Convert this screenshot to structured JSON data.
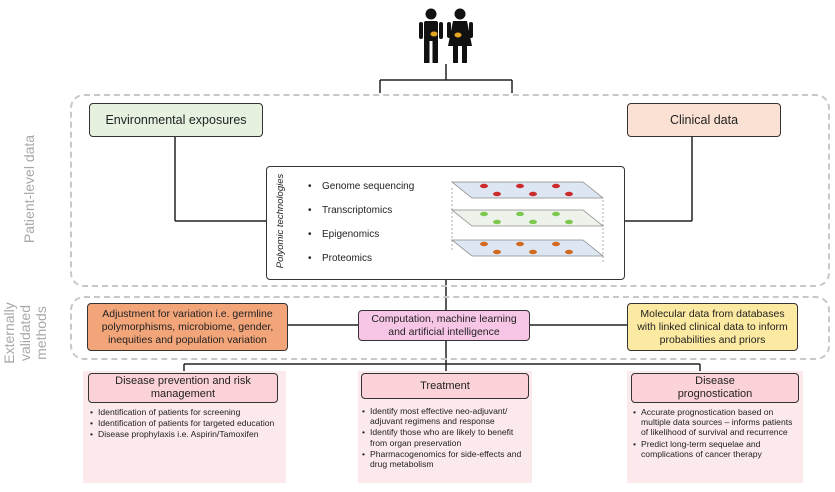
{
  "section_labels": {
    "patient_level": "Patient-level data",
    "externally_validated": [
      "Externally",
      "validated",
      "methods"
    ]
  },
  "top_boxes": {
    "environmental": "Environmental exposures",
    "clinical": "Clinical data"
  },
  "polyomic": {
    "side_label": "Polyomic technologies",
    "items": [
      "Genome sequencing",
      "Transcriptomics",
      "Epigenomics",
      "Proteomics"
    ],
    "layer_dot_colors": [
      "#cc2b2b",
      "#7ec850",
      "#d2691e"
    ]
  },
  "methods": {
    "adjustment": "Adjustment for variation i.e. germline polymorphisms, microbiome, gender, inequities and population variation",
    "computation": "Computation, machine learning and artificial intelligence",
    "molecular": "Molecular data from databases with linked clinical data to inform probabilities and priors"
  },
  "outcomes": [
    {
      "title": "Disease prevention and risk management",
      "bullets": [
        "Identification of patients for screening",
        "Identification of patients for targeted education",
        "Disease prophylaxis i.e. Aspirin/Tamoxifen"
      ]
    },
    {
      "title": "Treatment",
      "bullets": [
        "Identify most effective neo-adjuvant/ adjuvant regimens and response",
        "Identify those who are likely to benefit from organ preservation",
        "Pharmacogenomics for side-effects and drug metabolism"
      ]
    },
    {
      "title": "Disease prognostication",
      "bullets": [
        "Accurate prognostication based on multiple data sources – informs patients of likelihood of survival and recurrence",
        "Predict long-term sequelae and complications of cancer therapy"
      ]
    }
  ],
  "colors": {
    "environmental_fill": "#e6f2df",
    "clinical_fill": "#fbe1d3",
    "adjustment_fill": "#f3a57a",
    "computation_fill": "#f7c6e6",
    "molecular_fill": "#fdeaa2",
    "outcome_title_fill": "#fbd2d8",
    "outcome_panel_fill": "#fbe9ec",
    "layer_fill": "#dde6f3"
  },
  "icons": [
    "people-icon"
  ]
}
